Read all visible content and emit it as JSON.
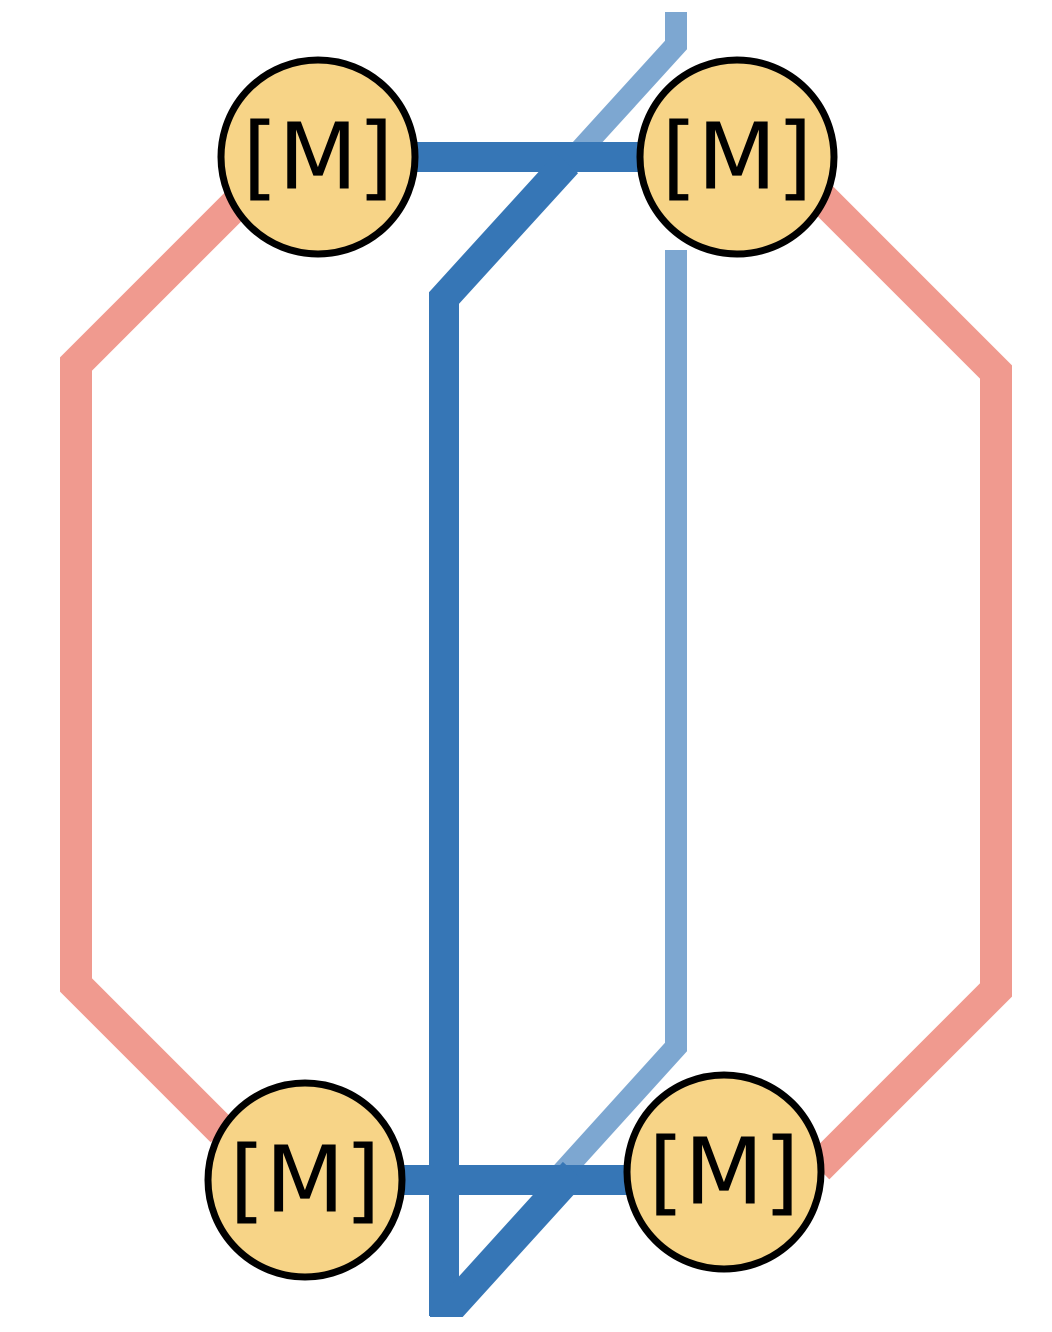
{
  "colors": {
    "background": "#ffffff",
    "outer_edge": "#f09a8f",
    "inner_edge_dark": "#3676b6",
    "inner_edge_light": "#7da7d1",
    "node_fill": "#f7d487",
    "node_stroke": "#000000"
  },
  "nodes": [
    {
      "label": "[M]"
    },
    {
      "label": "[M]"
    },
    {
      "label": "[M]"
    },
    {
      "label": "[M]"
    }
  ]
}
